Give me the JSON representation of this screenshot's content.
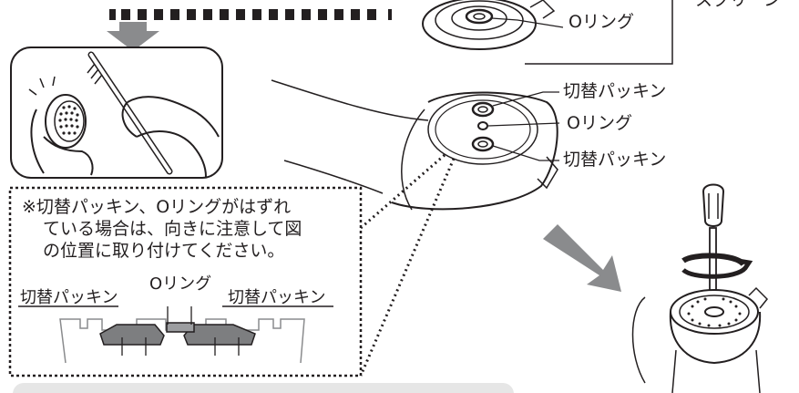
{
  "labels": {
    "screen_partial": "スクリーン",
    "oring_top": "Oリング",
    "packing_upper": "切替パッキン",
    "oring_mid": "Oリング",
    "packing_lower": "切替パッキン"
  },
  "note": {
    "line1": "※切替パッキン、Oリングがはずれ",
    "line2": "ている場合は、向きに注意して図",
    "line3": "の位置に取り付けてください。"
  },
  "cross_section": {
    "oring_label": "Oリング",
    "packing_left_label": "切替パッキン",
    "packing_right_label": "切替パッキン"
  },
  "colors": {
    "line": "#231f20",
    "arrow_gray": "#8a8b8d",
    "packing_fill": "#7d7e80",
    "hint_bar": "#e6e6e6"
  }
}
